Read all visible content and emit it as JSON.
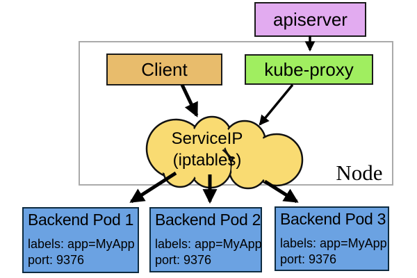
{
  "diagram": {
    "title_context": "Kubernetes Service routing via kube-proxy iptables",
    "node_label": "Node",
    "apiserver": {
      "label": "apiserver"
    },
    "client": {
      "label": "Client"
    },
    "kube_proxy": {
      "label": "kube-proxy"
    },
    "service_cloud": {
      "line1": "ServiceIP",
      "line2": "(iptables)"
    },
    "pods": [
      {
        "title": "Backend Pod 1",
        "labels_line": "labels: app=MyApp",
        "port_line": "port: 9376"
      },
      {
        "title": "Backend Pod 2",
        "labels_line": "labels: app=MyApp",
        "port_line": "port: 9376"
      },
      {
        "title": "Backend Pod 3",
        "labels_line": "labels: app=MyApp",
        "port_line": "port: 9376"
      }
    ],
    "arrows": [
      {
        "from": "apiserver",
        "to": "kube-proxy"
      },
      {
        "from": "Client",
        "to": "ServiceIP (iptables)"
      },
      {
        "from": "kube-proxy",
        "to": "ServiceIP (iptables)"
      },
      {
        "from": "ServiceIP (iptables)",
        "to": "Backend Pod 1"
      },
      {
        "from": "ServiceIP (iptables)",
        "to": "Backend Pod 2"
      },
      {
        "from": "ServiceIP (iptables)",
        "to": "Backend Pod 3"
      }
    ],
    "colors": {
      "apiserver_fill": "#e2abf0",
      "client_fill": "#e8bc6c",
      "kube_proxy_fill": "#a0ee60",
      "cloud_fill": "#f9db72",
      "pod_fill": "#6ba2e2",
      "node_border": "#aaaaaa",
      "box_border": "#1a1a1a",
      "arrow": "#000000"
    }
  }
}
